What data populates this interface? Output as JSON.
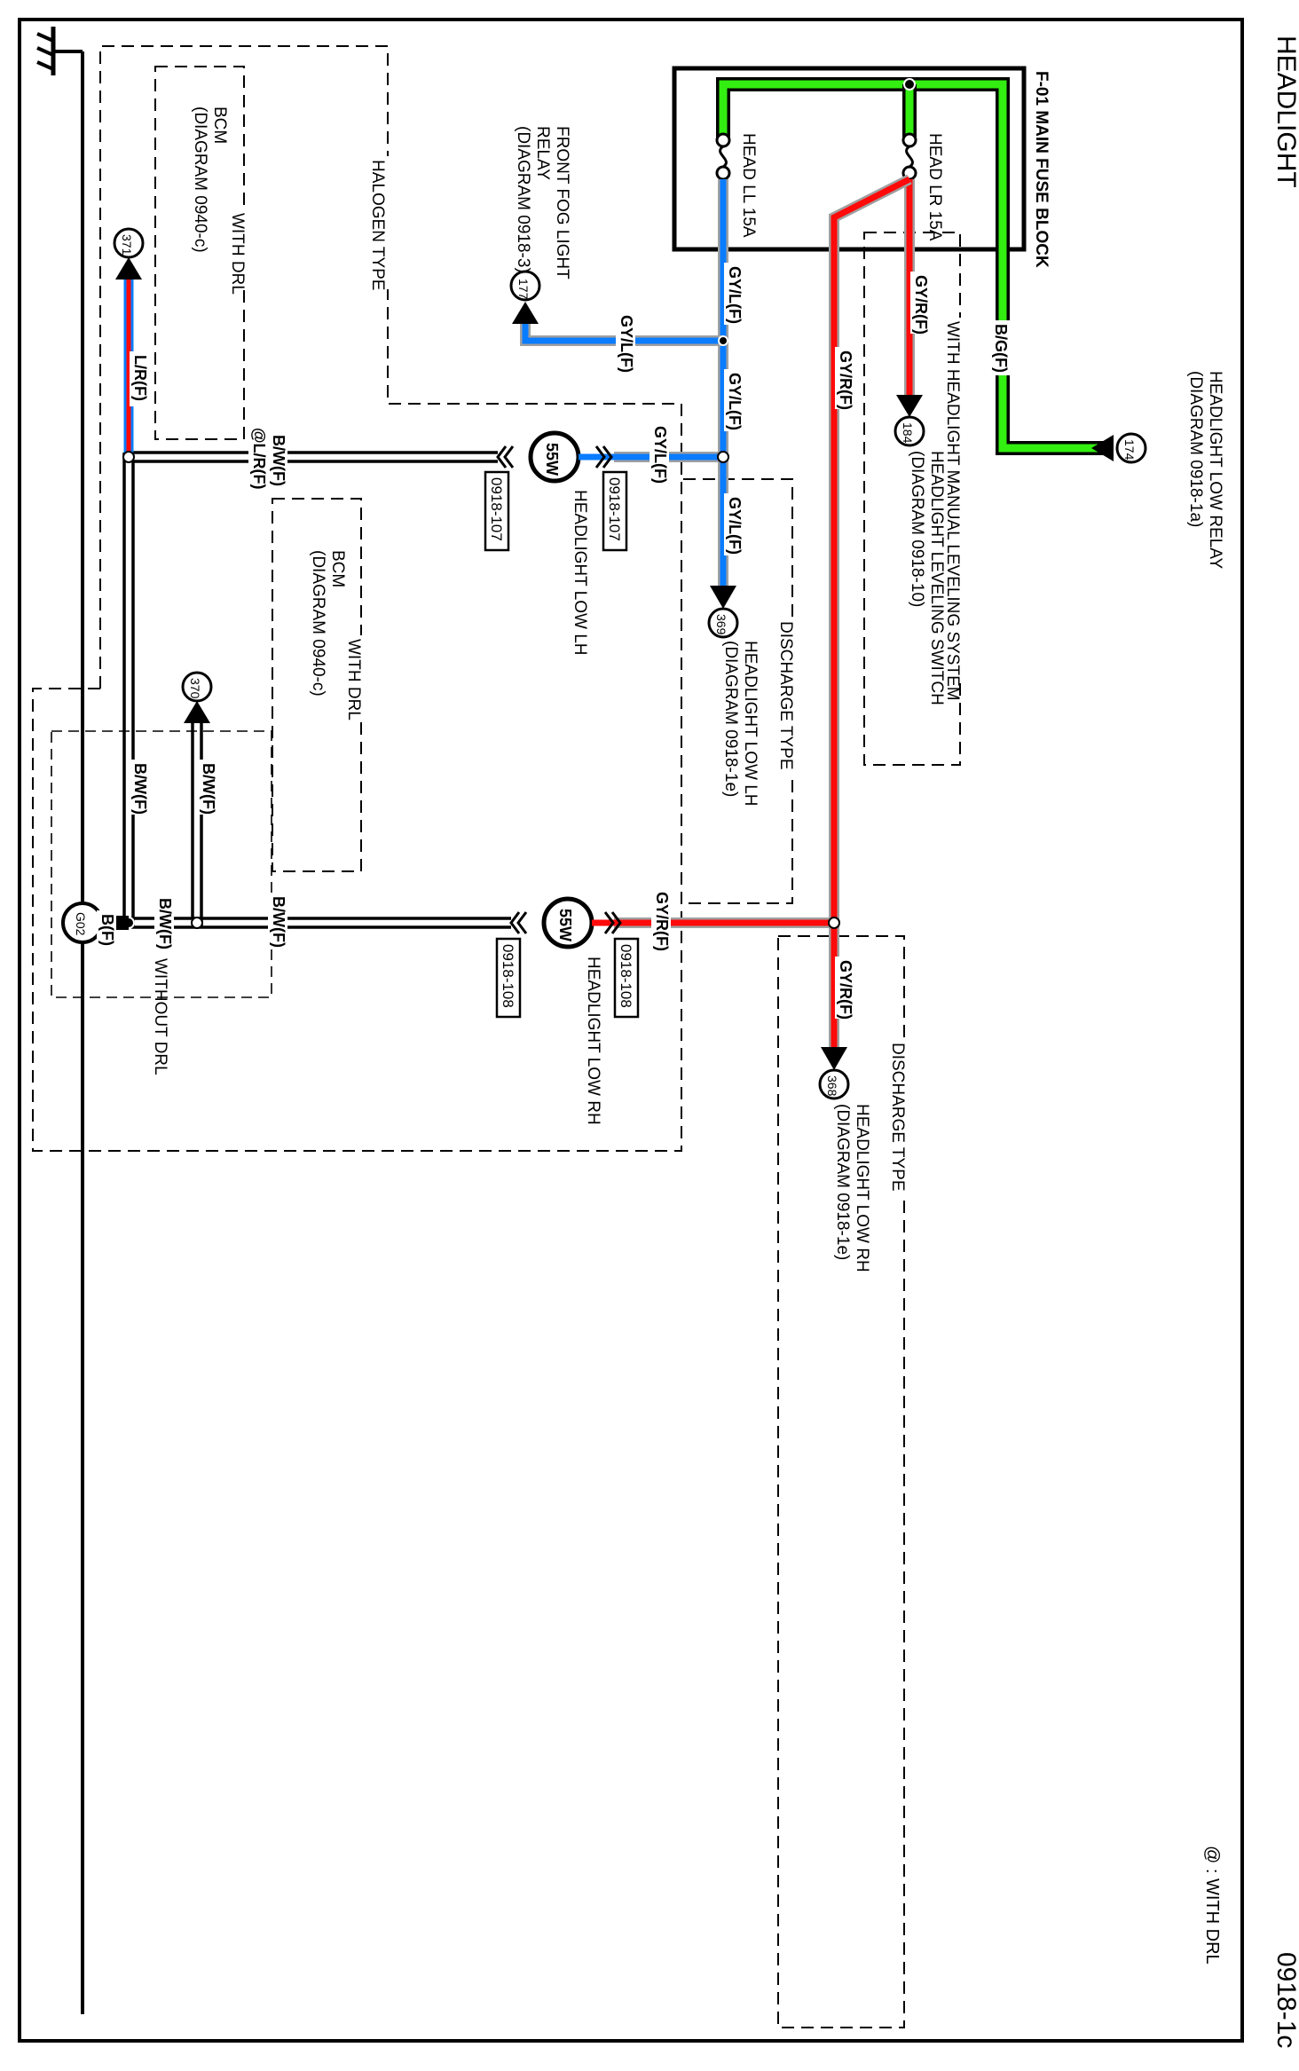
{
  "header": {
    "title": "HEADLIGHT",
    "page_code": "0918-1c",
    "legend_note": "@ : WITH DRL"
  },
  "colors": {
    "green": "#33ee11",
    "blue": "#0a7cff",
    "red": "#ff0a0a",
    "gray_shield": "#a0a0a0",
    "black": "#000000"
  },
  "fuse_block": {
    "title": "F-01 MAIN FUSE BLOCK",
    "fuses": [
      {
        "label": "HEAD LL 15A"
      },
      {
        "label": "HEAD LR 15A"
      }
    ]
  },
  "connectors": [
    {
      "id": "174",
      "label": "HEADLIGHT LOW RELAY",
      "ref": "(DIAGRAM 0918-1a)"
    },
    {
      "id": "184",
      "label": "HEADLIGHT LEVELING SWITCH",
      "ref": "(DIAGRAM 0918-10)"
    },
    {
      "id": "177",
      "label": "FRONT FOG LIGHT RELAY",
      "label_line1": "FRONT FOG LIGHT",
      "label_line2": "RELAY",
      "ref": "(DIAGRAM 0918-3)"
    },
    {
      "id": "369",
      "label": "HEADLIGHT LOW LH",
      "ref": "(DIAGRAM 0918-1e)"
    },
    {
      "id": "368",
      "label": "HEADLIGHT LOW RH",
      "ref": "(DIAGRAM 0918-1e)"
    },
    {
      "id": "371",
      "label": "BCM",
      "ref": "(DIAGRAM 0940-c)"
    },
    {
      "id": "370",
      "label": "BCM",
      "ref": "(DIAGRAM 0940-c)"
    }
  ],
  "ground": {
    "id": "G02"
  },
  "lamps": [
    {
      "name": "HEADLIGHT LOW LH",
      "wattage": "55W",
      "connector_in": "0918-107",
      "connector_out": "0918-107"
    },
    {
      "name": "HEADLIGHT LOW RH",
      "wattage": "55W",
      "connector_in": "0918-108",
      "connector_out": "0918-108"
    }
  ],
  "wires": {
    "bg": "B/G(F)",
    "gyr_1": "GY/R(F)",
    "gyr_2": "GY/R(F)",
    "gyr_3": "GY/R(F)",
    "gyr_4": "GY/R(F)",
    "gyl_1": "GY/L(F)",
    "gyl_2": "GY/L(F)",
    "gyl_3": "GY/L(F)",
    "gyl_4": "GY/L(F)",
    "gyl_fog": "GY/L(F)",
    "lr": "L/R(F)",
    "bw_lh_1": "B/W(F)",
    "bw_lh_2": "@L/R(F)",
    "bw_rh": "B/W(F)",
    "bw_v1": "B/W(F)",
    "bw_v2": "B/W(F)",
    "bw_g": "B/W(F)",
    "b_g": "B(F)"
  },
  "options": {
    "halogen": "HALOGEN TYPE",
    "discharge_lh": "DISCHARGE TYPE",
    "discharge_rh": "DISCHARGE TYPE",
    "with_drl_1": "WITH DRL",
    "with_drl_2": "WITH DRL",
    "without_drl": "WITHOUT DRL",
    "leveling": "WITH HEADLIGHT MANUAL LEVELING SYSTEM"
  }
}
